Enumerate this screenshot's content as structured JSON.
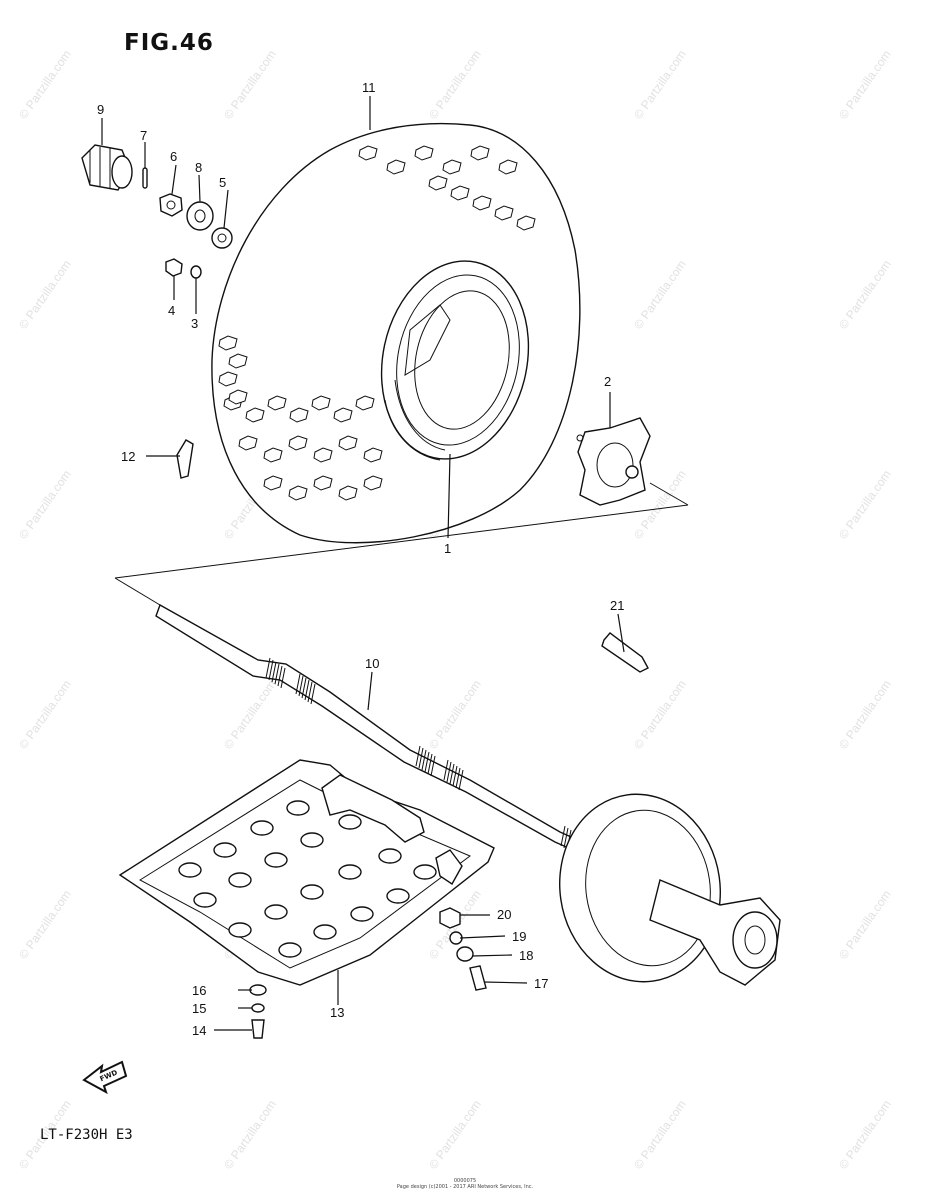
{
  "figure": {
    "title": "FIG.46"
  },
  "model": "LT-F230H  E3",
  "watermark": "© Partzilla.com",
  "footer": {
    "line1": "0000075",
    "line2": "Page design (c)2001 - 2017 ARI Network Services, Inc."
  },
  "fwd_badge": "FWD",
  "callouts": {
    "p1": "1",
    "p2": "2",
    "p3": "3",
    "p4": "4",
    "p5": "5",
    "p6": "6",
    "p7": "7",
    "p8": "8",
    "p9": "9",
    "p10": "10",
    "p11": "11",
    "p12": "12",
    "p13": "13",
    "p14": "14",
    "p15": "15",
    "p16": "16",
    "p17": "17",
    "p18": "18",
    "p19": "19",
    "p20": "20",
    "p21": "21"
  }
}
